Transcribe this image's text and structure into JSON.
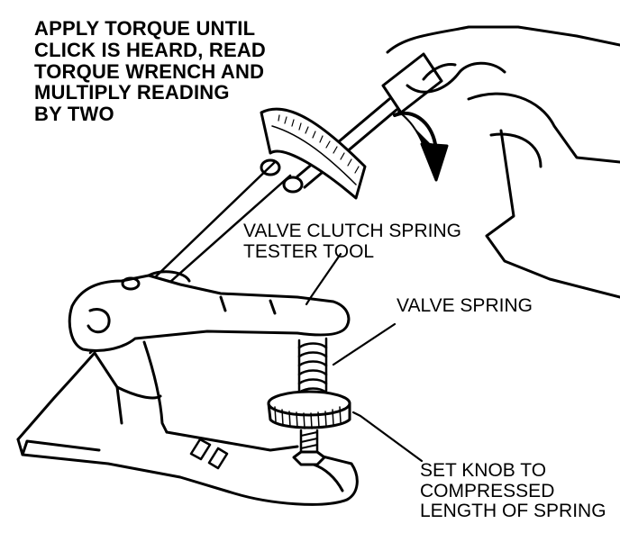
{
  "labels": {
    "instruction": "APPLY TORQUE UNTIL\nCLICK IS HEARD, READ\nTORQUE WRENCH AND\nMULTIPLY READING\nBY TWO",
    "tool": "VALVE CLUTCH SPRING\nTESTER TOOL",
    "spring": "VALVE SPRING",
    "knob": "SET KNOB TO\nCOMPRESSED\nLENGTH OF SPRING"
  },
  "colors": {
    "ink": "#000000",
    "paper": "#ffffff"
  }
}
